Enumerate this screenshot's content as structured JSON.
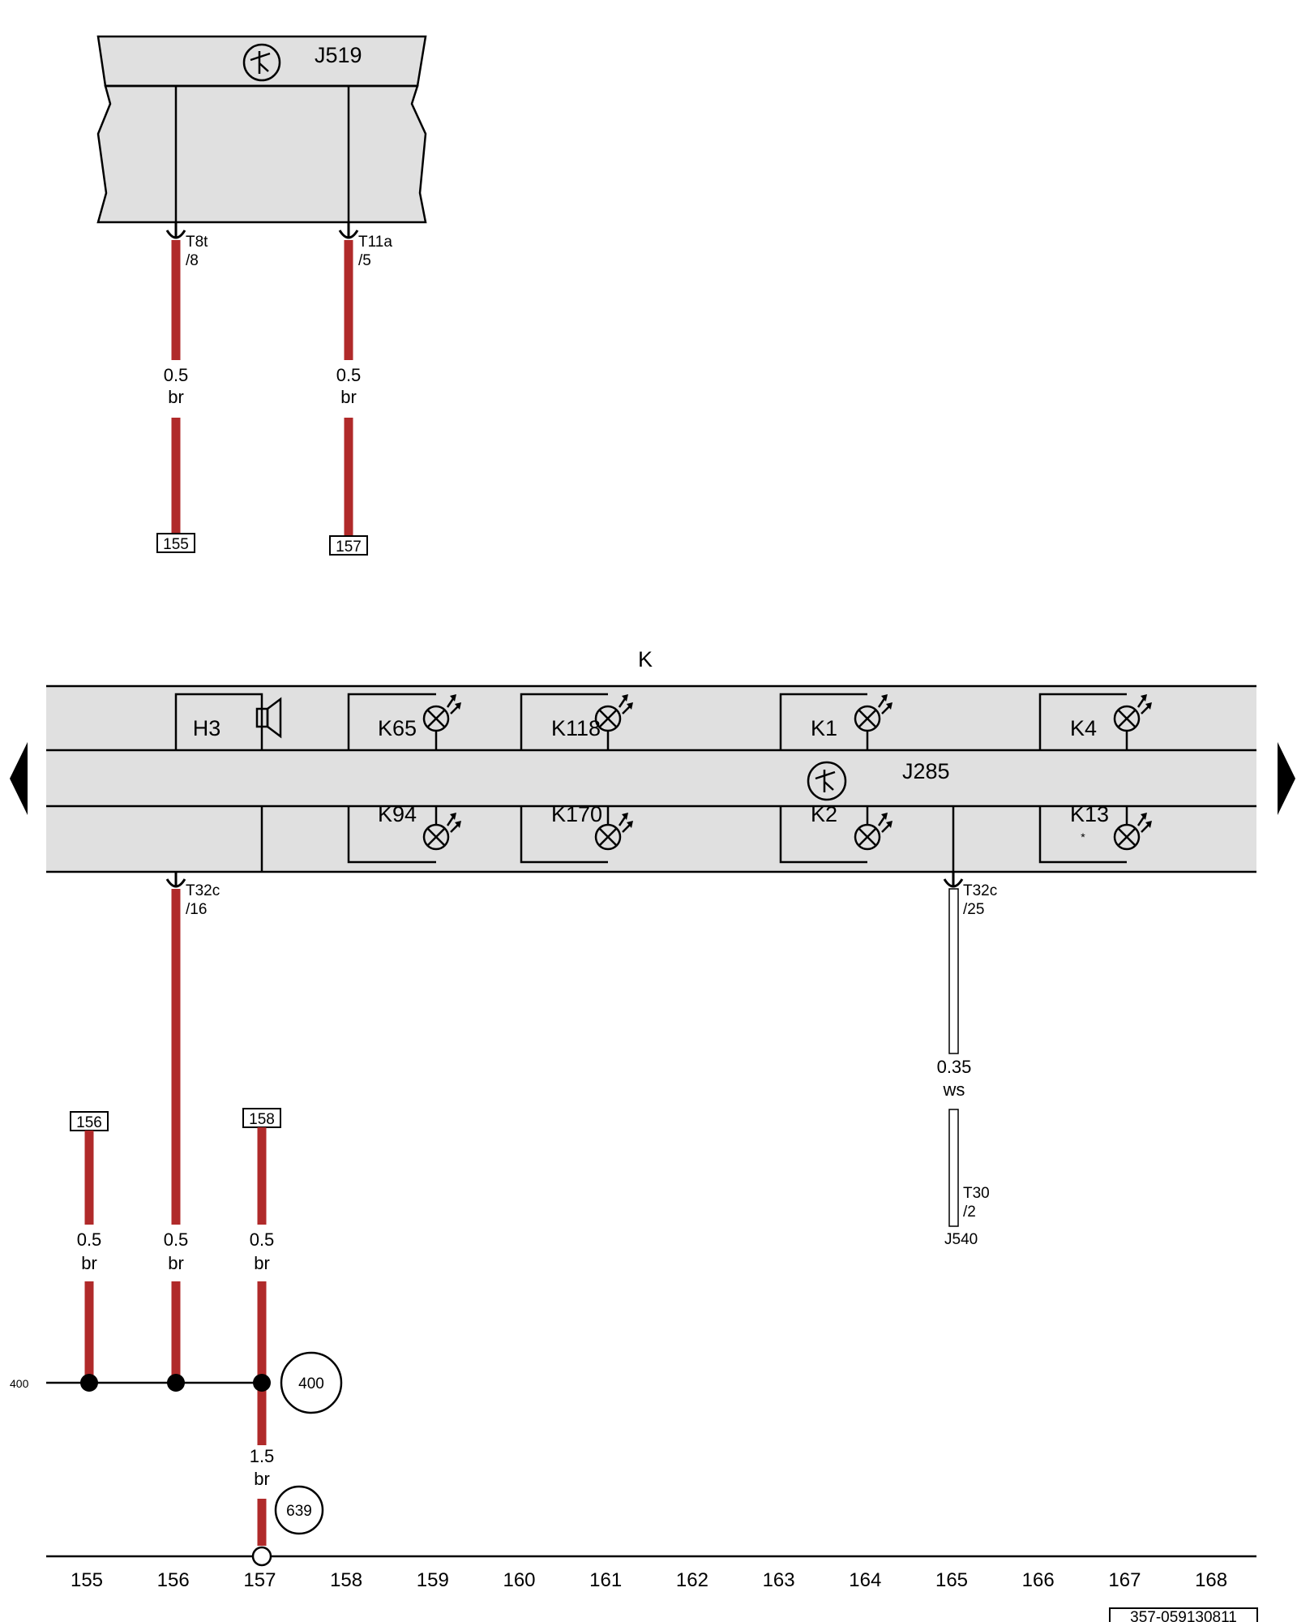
{
  "components": {
    "j519": "J519",
    "k": "K",
    "j285": "J285",
    "h3": "H3",
    "k65": "K65",
    "k118": "K118",
    "k1": "K1",
    "k4": "K4",
    "k94": "K94",
    "k170": "K170",
    "k2": "K2",
    "k13": "K13",
    "k13_star": "*",
    "j540": "J540"
  },
  "connectors": {
    "t8t": "T8t",
    "t8t_pin": "/8",
    "t11a": "T11a",
    "t11a_pin": "/5",
    "t32c_a": "T32c",
    "t32c_a_pin": "/16",
    "t32c_b": "T32c",
    "t32c_b_pin": "/25",
    "t30": "T30",
    "t30_pin": "/2"
  },
  "wires": {
    "w1_size": "0.5",
    "w1_color": "br",
    "w2_size": "0.5",
    "w2_color": "br",
    "w3_size": "0.5",
    "w3_color": "br",
    "w4_size": "0.5",
    "w4_color": "br",
    "w5_size": "0.5",
    "w5_color": "br",
    "w6_size": "0.35",
    "w6_color": "ws",
    "w7_size": "1.5",
    "w7_color": "br"
  },
  "refs": {
    "r155": "155",
    "r157": "157",
    "r156": "156",
    "r158": "158"
  },
  "ground": {
    "side_label": "400",
    "ground_400": "400",
    "ground_639": "639"
  },
  "axis_ticks": [
    "155",
    "156",
    "157",
    "158",
    "159",
    "160",
    "161",
    "162",
    "163",
    "164",
    "165",
    "166",
    "167",
    "168"
  ],
  "doc_code": "357-059130811",
  "colors": {
    "wire_brown": "#b02a2a",
    "module_fill": "#e0e0e0",
    "wire_white": "#ffffff"
  }
}
